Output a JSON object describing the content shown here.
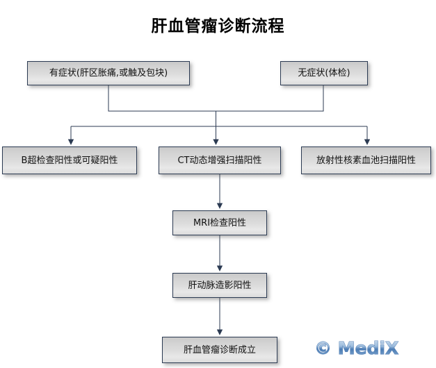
{
  "document": {
    "title": "肝血管瘤诊断流程",
    "type": "flowchart",
    "language": "zh-CN"
  },
  "theme": {
    "border_color": "#2b3a52",
    "connector_color": "#2b3a52",
    "node_fill_top": "#c9c9c9",
    "node_fill_bottom": "#dcdcdc",
    "text_color": "#111111",
    "background": "#ffffff",
    "watermark_color": "#4b7cb5"
  },
  "nodes": [
    {
      "id": "symptom",
      "label": "有症状(肝区胀痛,或触及包块)"
    },
    {
      "id": "nosymptom",
      "label": "无症状(体检)"
    },
    {
      "id": "us",
      "label": "B超检查阳性或可疑阳性"
    },
    {
      "id": "ct",
      "label": "CT动态增强扫描阳性"
    },
    {
      "id": "rn",
      "label": "放射性核素血池扫描阳性"
    },
    {
      "id": "mri",
      "label": "MRI检查阳性"
    },
    {
      "id": "angio",
      "label": "肝动脉造影阳性"
    },
    {
      "id": "final",
      "label": "肝血管瘤诊断成立"
    }
  ],
  "edges": [
    {
      "from": "symptom",
      "to": "merge",
      "arrow": false
    },
    {
      "from": "nosymptom",
      "to": "merge",
      "arrow": false
    },
    {
      "from": "merge",
      "to": "us",
      "arrow": true
    },
    {
      "from": "merge",
      "to": "ct",
      "arrow": true
    },
    {
      "from": "merge",
      "to": "rn",
      "arrow": true
    },
    {
      "from": "ct",
      "to": "mri",
      "arrow": true
    },
    {
      "from": "mri",
      "to": "angio",
      "arrow": true
    },
    {
      "from": "angio",
      "to": "final",
      "arrow": true
    }
  ],
  "watermark": {
    "symbol": "©",
    "text": "MediX",
    "full": "© MediX"
  }
}
